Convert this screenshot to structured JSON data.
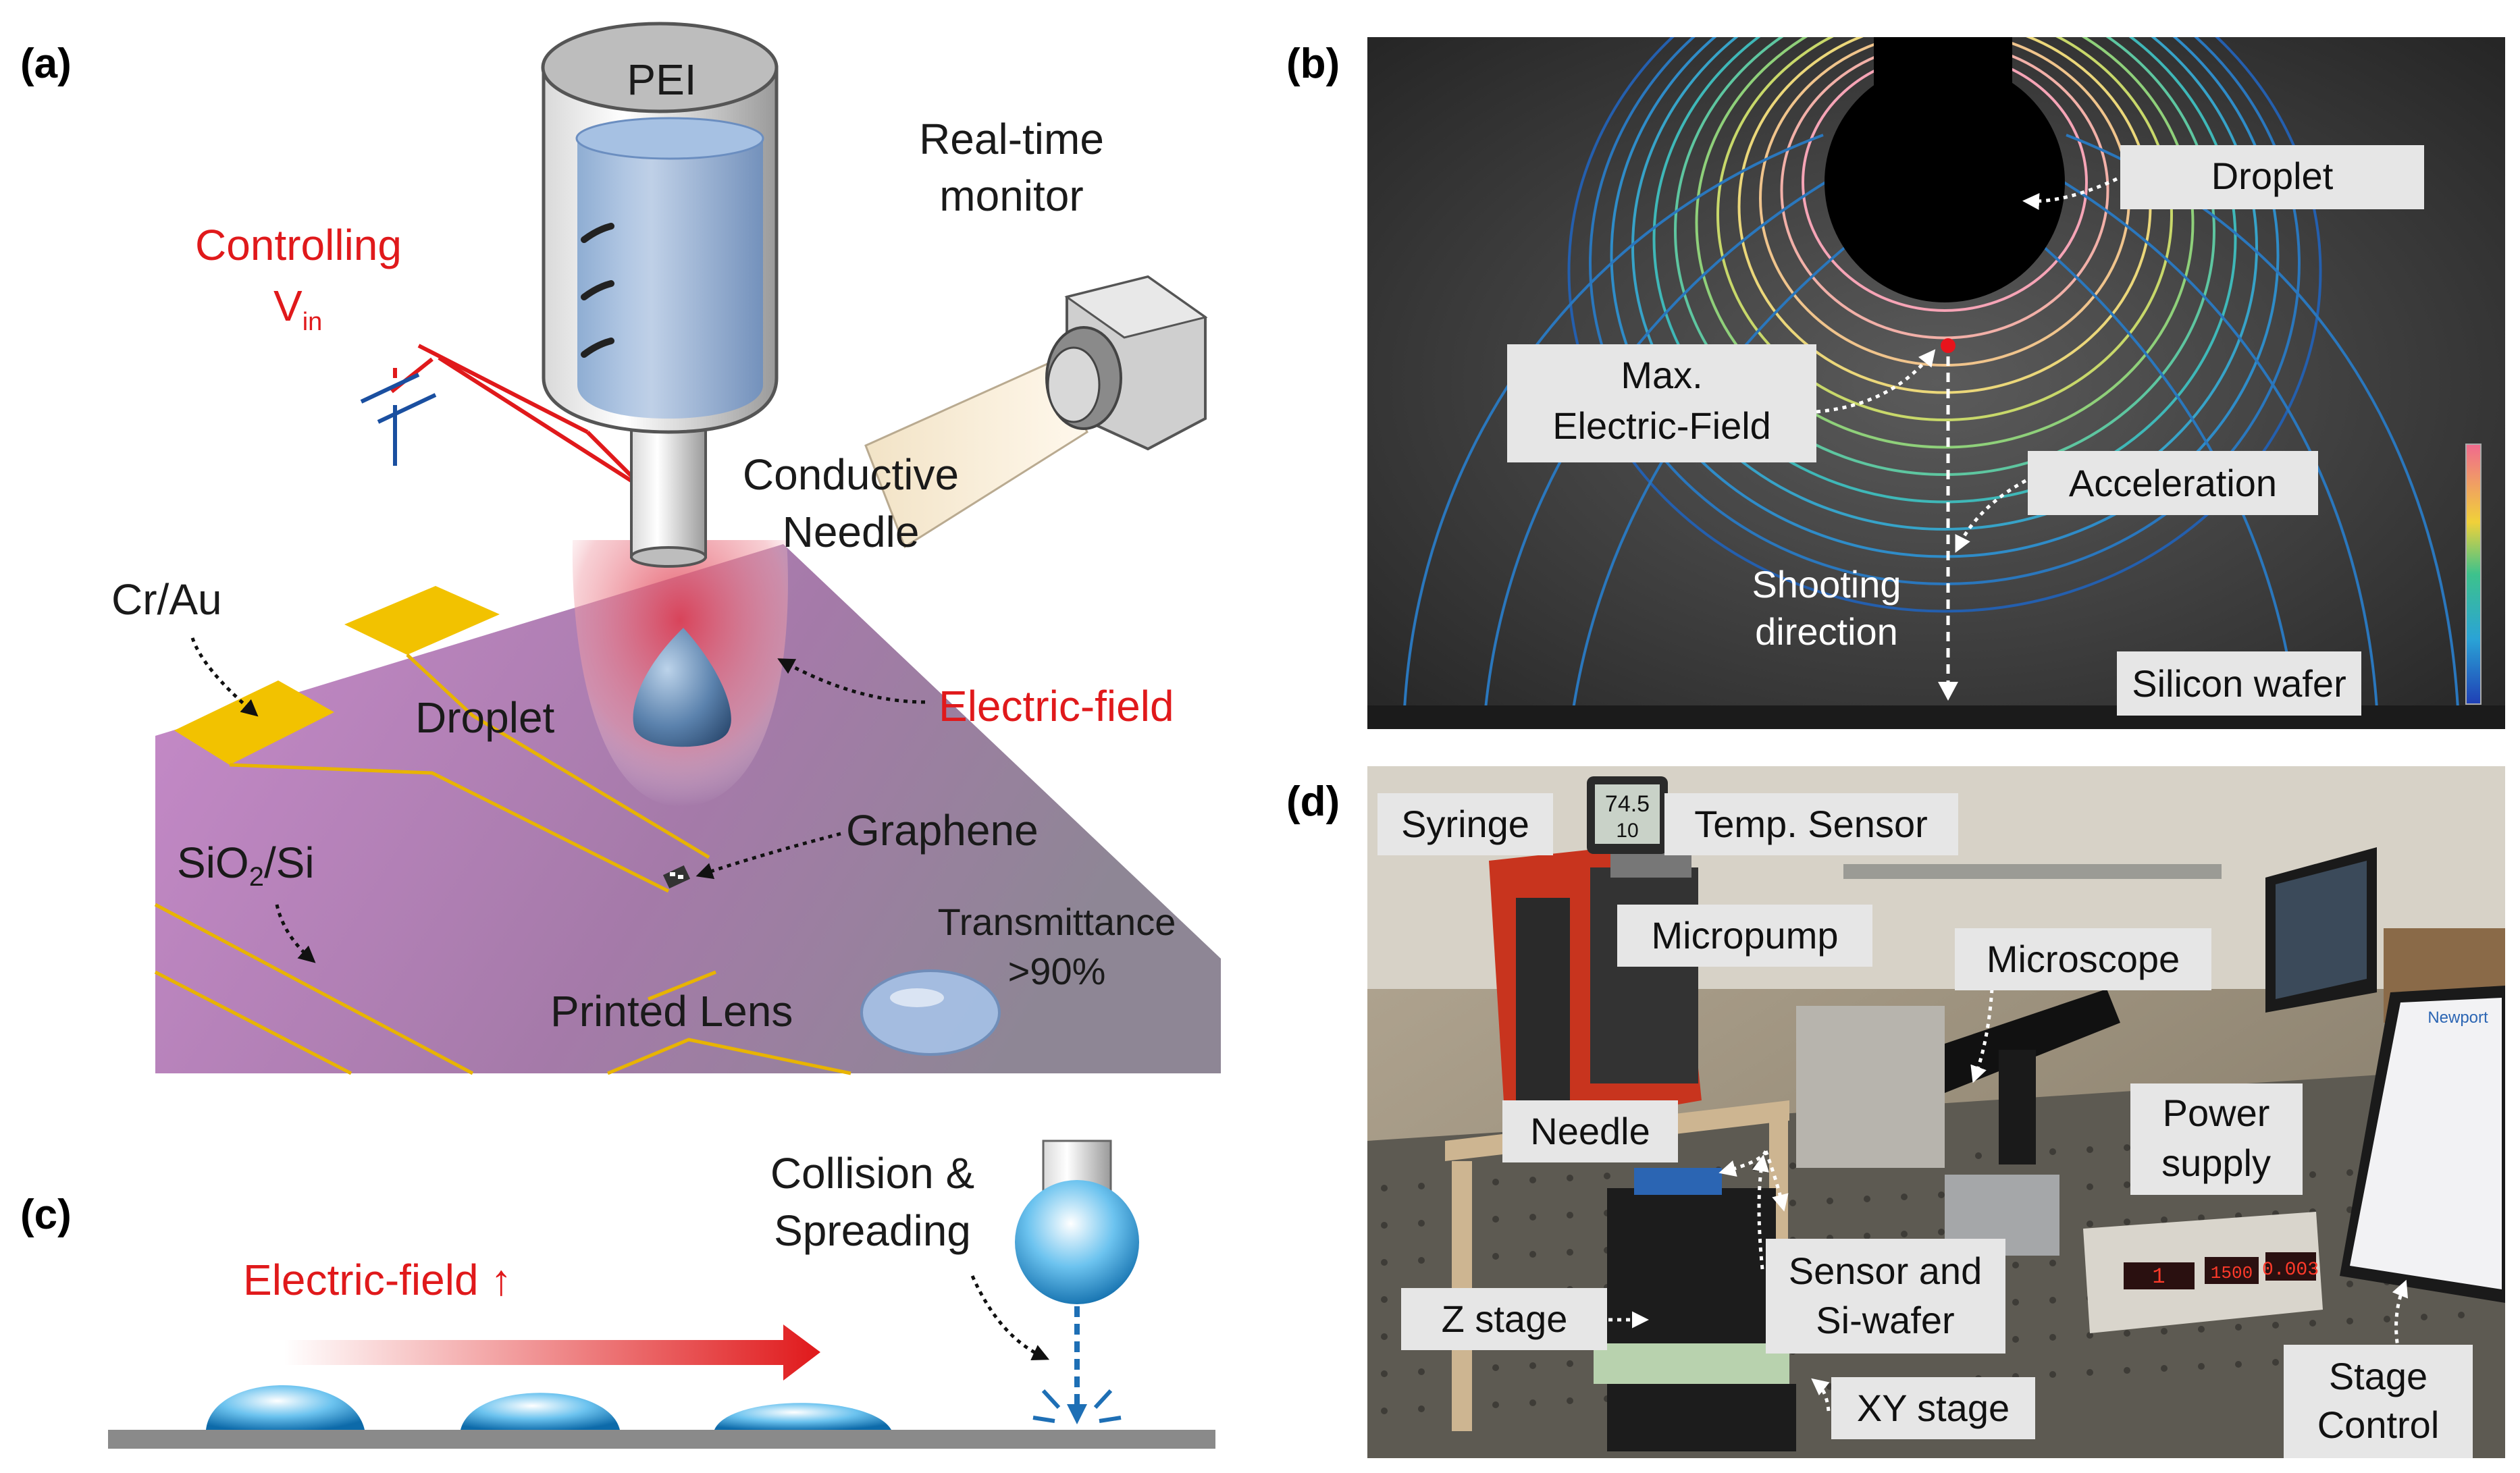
{
  "panels": {
    "a": {
      "letter": "(a)",
      "pei": "PEI",
      "monitor_line1": "Real-time",
      "monitor_line2": "monitor",
      "controlling": "Controlling",
      "vin_v": "V",
      "vin_sub": "in",
      "needle_line1": "Conductive",
      "needle_line2": "Needle",
      "crau": "Cr/Au",
      "droplet": "Droplet",
      "efield": "Electric-field",
      "graphene": "Graphene",
      "sio2_pre": "SiO",
      "sio2_sub": "2",
      "sio2_post": "/Si",
      "transmittance_line1": "Transmittance",
      "transmittance_line2": ">90%",
      "lens": "Printed Lens"
    },
    "b": {
      "letter": "(b)",
      "droplet": "Droplet",
      "maxfield_line1": "Max.",
      "maxfield_line2": "Electric-Field",
      "acceleration": "Acceleration",
      "shooting_line1": "Shooting",
      "shooting_line2": "direction",
      "wafer": "Silicon wafer"
    },
    "c": {
      "letter": "(c)",
      "efield": "Electric-field ↑",
      "collision_line1": "Collision &",
      "collision_line2": "Spreading"
    },
    "d": {
      "letter": "(d)",
      "syringe": "Syringe",
      "temp": "Temp. Sensor",
      "micropump": "Micropump",
      "microscope": "Microscope",
      "needle": "Needle",
      "power_line1": "Power",
      "power_line2": "supply",
      "sensor_line1": "Sensor and",
      "sensor_line2": "Si-wafer",
      "zstage": "Z stage",
      "xystage": "XY stage",
      "stage_line1": "Stage",
      "stage_line2": "Control",
      "thermo_line1": "74.5",
      "thermo_line2": "10",
      "psu_display1": "1",
      "psu_display2": "1500",
      "psu_display3": "0.003",
      "monitor_brand": "Newport"
    }
  },
  "colors": {
    "accent_red": "#e0191b",
    "gold": "#f2c200",
    "substrate_purple": "#b877b9",
    "label_box": "#e6e6e6"
  }
}
